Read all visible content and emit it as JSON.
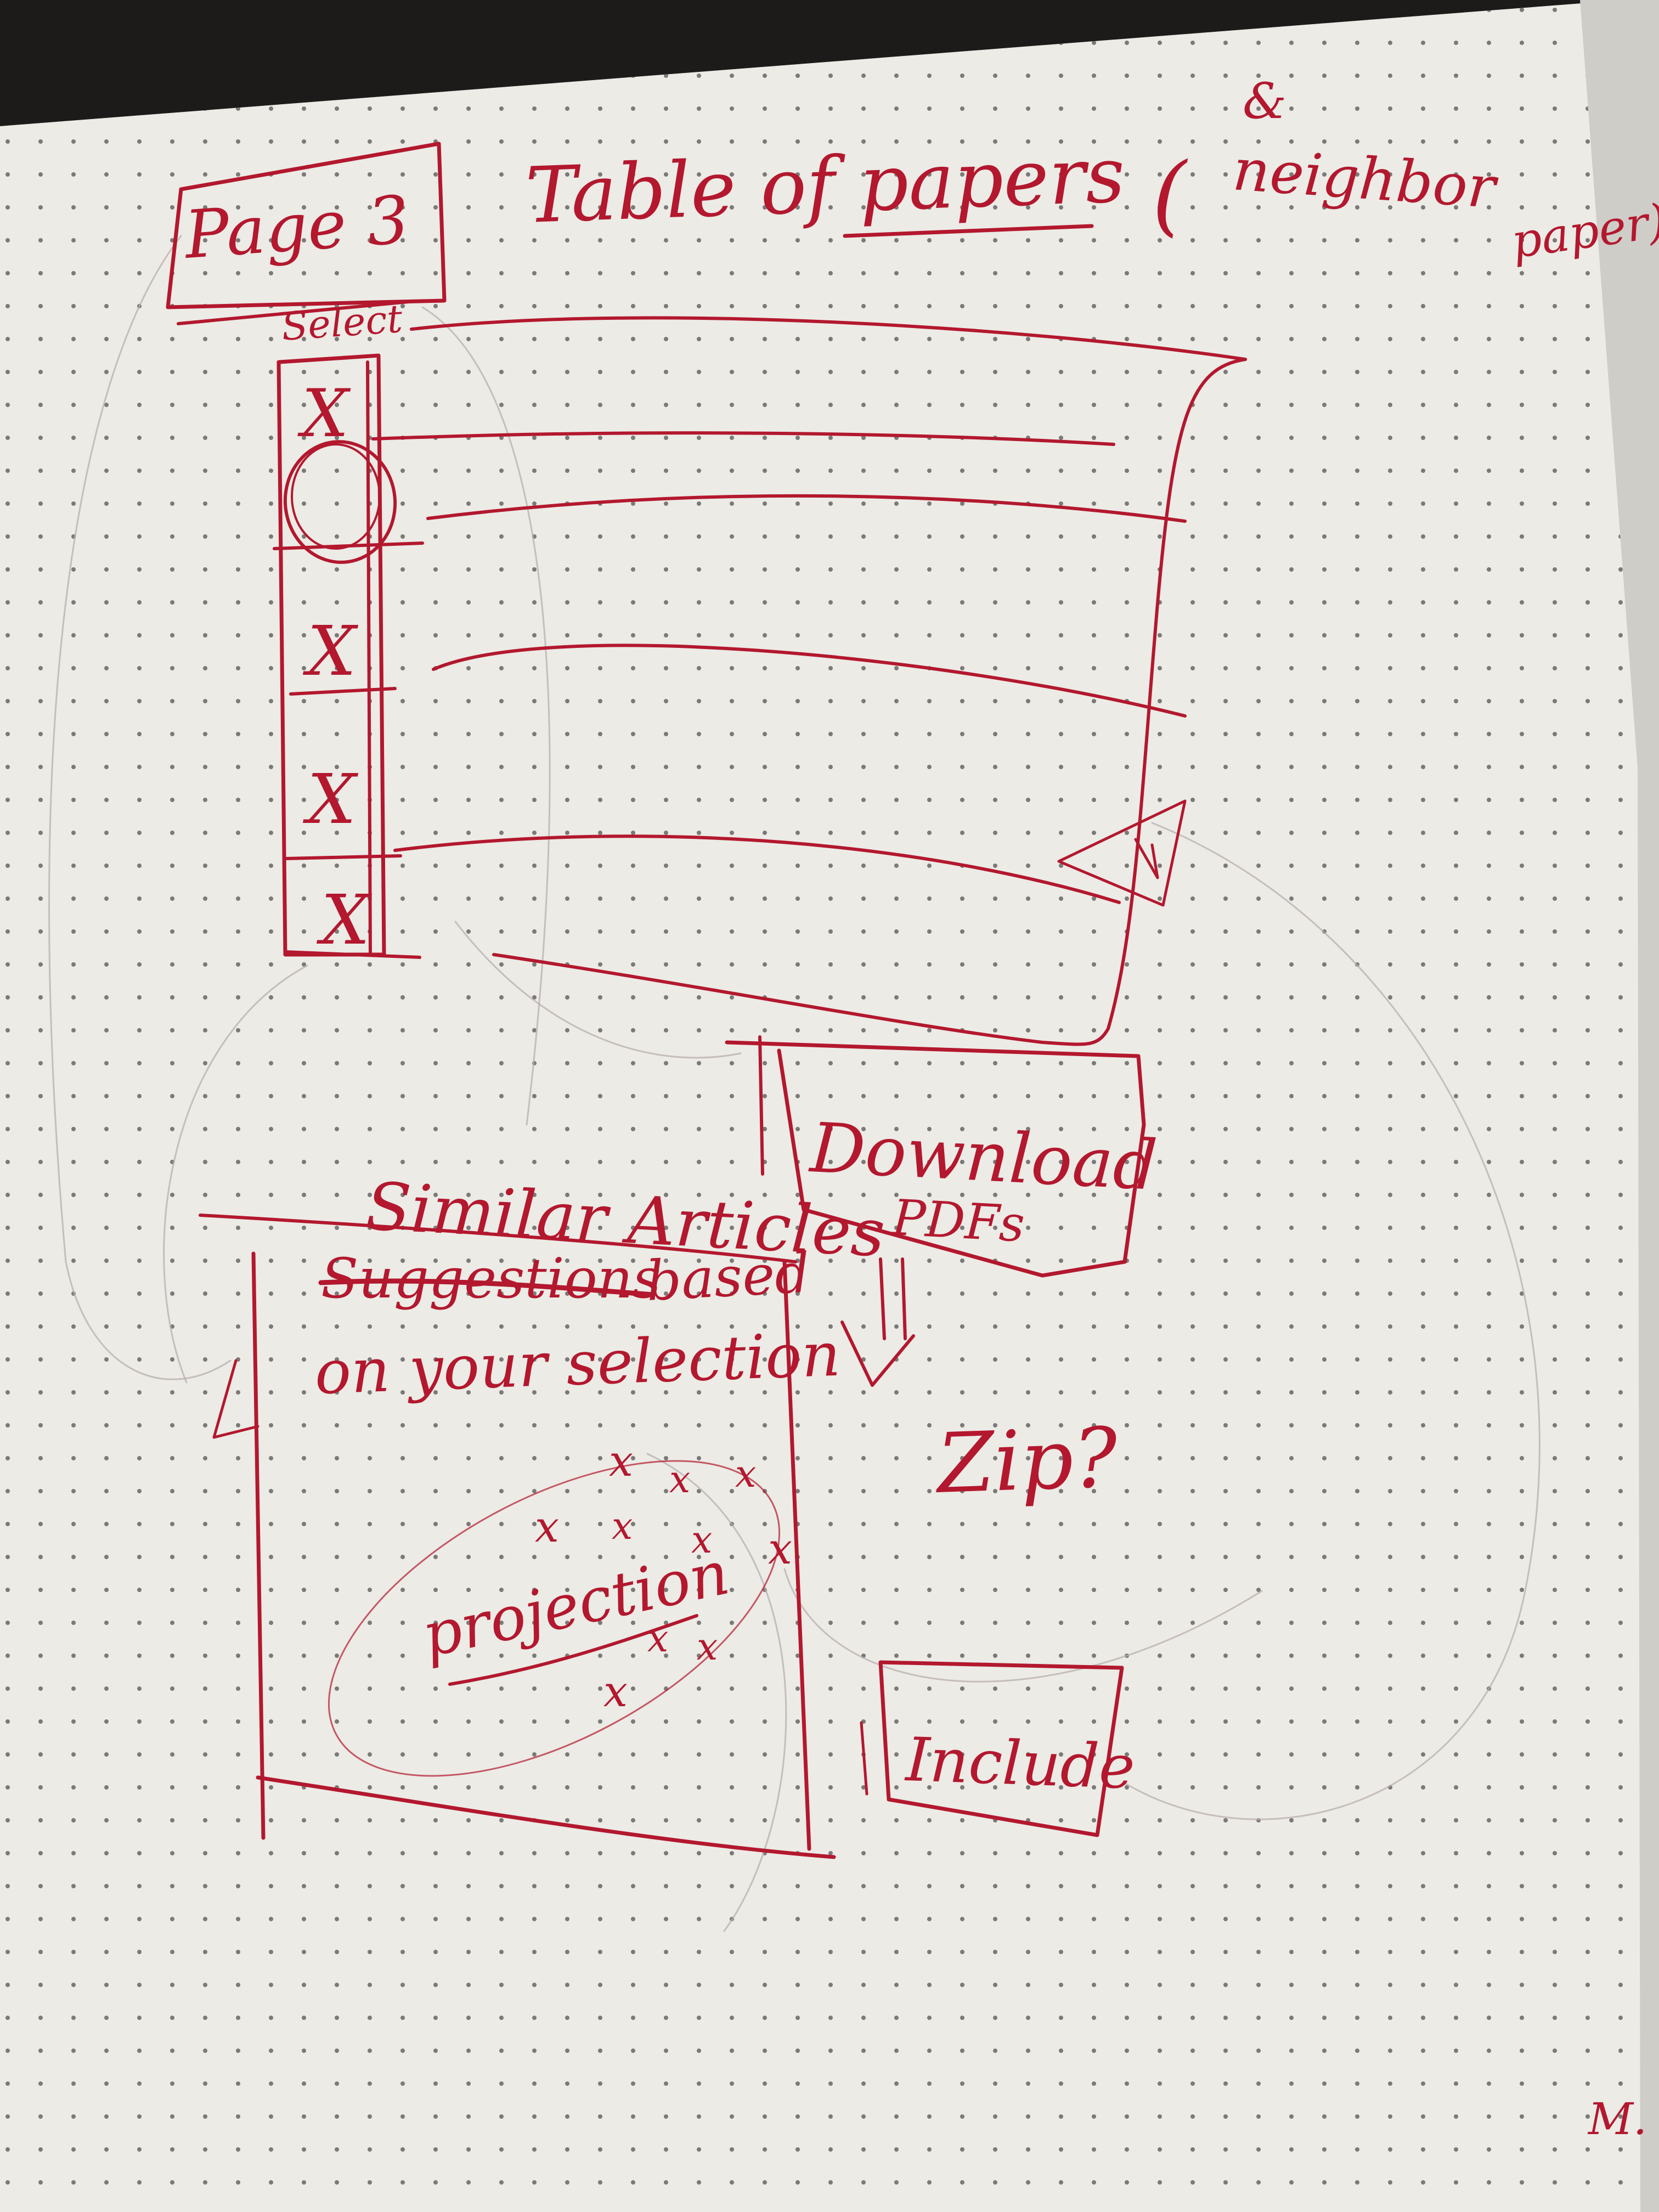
{
  "sketch": {
    "page_label": "Page 3",
    "title": "Table of papers",
    "title_note_open": "(",
    "title_note_amp": "&",
    "title_note_line1": "neighbor",
    "title_note_line2": "paper)",
    "select_header": "Select",
    "checkbox_marks": [
      "X",
      "O",
      "X",
      "X",
      "X"
    ],
    "download_button_line1": "Download",
    "download_button_line2": "PDFs",
    "zip_note": "Zip?",
    "similar_articles_heading": "Similar Articles",
    "struck_word": "Suggestions",
    "suggestion_line1_tail": "based",
    "suggestion_line2": "on your selection",
    "projection_label": "projection",
    "scatter_mark": "x",
    "include_button": "Include",
    "corner_mark": "M."
  },
  "colors": {
    "ink": "#b3182e",
    "paper": "#ecebe6",
    "background": "#1d1b1a"
  }
}
